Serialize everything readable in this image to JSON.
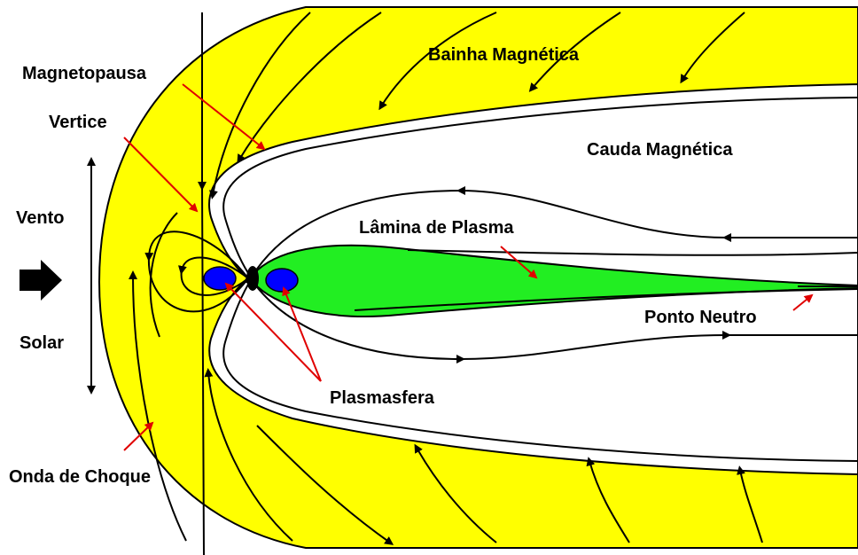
{
  "labels": {
    "magnetosheath": "Bainha Magnética",
    "magnetopause": "Magnetopausa",
    "cusp": "Vertice",
    "magnetotail": "Cauda Magnética",
    "solar_wind_top": "Vento",
    "solar_wind_bottom": "Solar",
    "plasma_sheet": "Lâmina de Plasma",
    "neutral_point": "Ponto Neutro",
    "plasmasphere": "Plasmasfera",
    "bow_shock": "Onda de Choque"
  },
  "colors": {
    "magnetosheath": "#ffff00",
    "plasma_sheet": "#22ee22",
    "plasmasphere": "#0000ff",
    "earth": "#000000",
    "pointer": "#e00000",
    "field_line": "#000000"
  },
  "icons": {
    "solar_wind": "solar-wind-arrow-icon"
  }
}
